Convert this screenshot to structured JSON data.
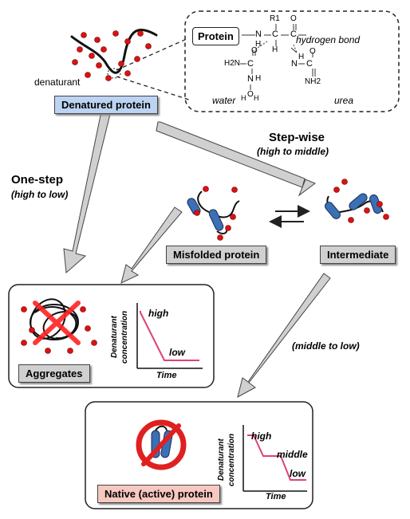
{
  "denatured": {
    "label": "Denatured protein",
    "denaturant_label": "denaturant",
    "inset": {
      "protein_label": "Protein",
      "r1_label": "R1",
      "h_bond_label": "hydrogen bond",
      "water_label": "water",
      "urea_label": "urea",
      "nh_top": "N",
      "h_top": "H",
      "c_alpha": "C",
      "h_alpha": "H",
      "c_carbonyl": "C",
      "o_carbonyl": "O",
      "h2n_water_left": "H2N",
      "c_left_urea": "C",
      "o_left_urea": "O",
      "nh_left": "N",
      "h_left": "H",
      "o_water": "O",
      "h_water_1": "H",
      "h_water_2": "H",
      "nh_right": "N",
      "h_right": "H",
      "c_right_urea": "C",
      "o_right_urea": "O",
      "nh2_right": "NH2"
    }
  },
  "paths": {
    "one_step": {
      "title": "One-step",
      "subtitle": "(high to low)"
    },
    "step_wise": {
      "title": "Step-wise",
      "subtitle": "(high to middle)"
    },
    "middle_low": "(middle to low)"
  },
  "states": {
    "misfolded": "Misfolded protein",
    "intermediate": "Intermediate",
    "aggregates": "Aggregates",
    "native": "Native (active) protein"
  },
  "mini_chart_one_step": {
    "ylabel_line1": "Denaturant",
    "ylabel_line2": "concentration",
    "xlabel": "Time",
    "high": "high",
    "low": "low"
  },
  "mini_chart_step_wise": {
    "ylabel_line1": "Denaturant",
    "ylabel_line2": "concentration",
    "xlabel": "Time",
    "high": "high",
    "middle": "middle",
    "low": "low"
  },
  "colors": {
    "denatured_box": "#bcd3f2",
    "state_box": "#d0d0d0",
    "native_box": "#f7c8c0",
    "denaturant_dot": "#dd1111",
    "helix": "#3b6fb6",
    "arrow_fill": "#d0d0d0",
    "chart_line": "#e0407a",
    "cross": "#ff2222"
  }
}
